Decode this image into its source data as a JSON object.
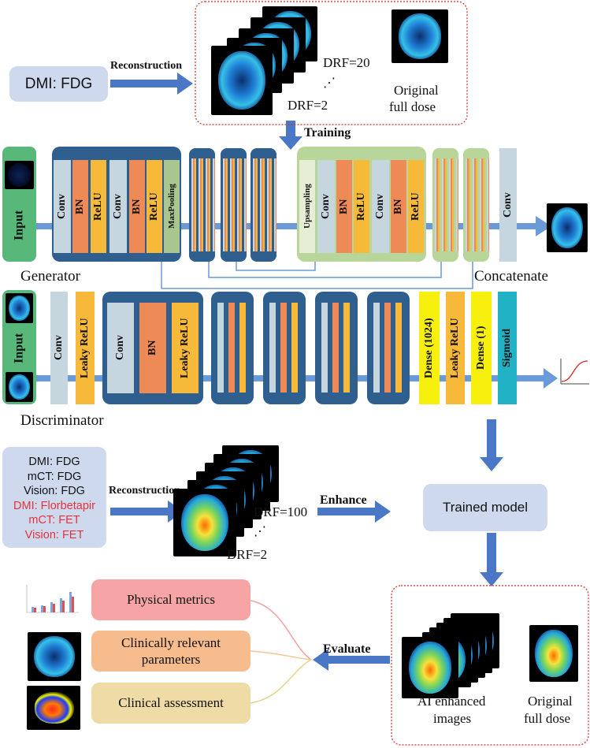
{
  "top": {
    "input_scanner": "DMI: FDG",
    "reconstruction": "Reconstruction",
    "drf_high": "DRF=20",
    "drf_low": "DRF=2",
    "original_1": "Original",
    "original_2": "full dose",
    "training": "Training"
  },
  "generator": {
    "caption": "Generator",
    "concatenate": "Concatenate",
    "input": "Input",
    "enc_layers": [
      "Conv",
      "BN",
      "ReLU",
      "Conv",
      "BN",
      "ReLU",
      "MaxPooling"
    ],
    "dec_layers": [
      "Upsampling",
      "Conv",
      "BN",
      "ReLU",
      "Conv",
      "BN",
      "ReLU"
    ],
    "final": "Conv"
  },
  "discriminator": {
    "caption": "Discriminator",
    "input": "Input",
    "conv": "Conv",
    "leaky": "Leaky ReLU",
    "block": [
      "Conv",
      "BN",
      "Leaky ReLU"
    ],
    "dense1024": "Dense (1024)",
    "leaky2": "Leaky ReLU",
    "dense1": "Dense (1)",
    "sigmoid": "Sigmoid"
  },
  "test": {
    "scanners_black": [
      "DMI: FDG",
      "mCT: FDG",
      "Vision: FDG"
    ],
    "scanners_red": [
      "DMI: Florbetapir",
      "mCT: FET",
      "Vision: FET"
    ],
    "reconstruction": "Reconstruction",
    "drf_high": "DRF=100",
    "drf_low": "DRF=2",
    "enhance": "Enhance",
    "trained_model": "Trained model"
  },
  "evaluate": {
    "label": "Evaluate",
    "metrics": [
      "Physical metrics",
      "Clinically relevant parameters",
      "Clinical assessment"
    ],
    "ai_1": "AI enhanced",
    "ai_2": "images",
    "orig_1": "Original",
    "orig_2": "full dose"
  },
  "colors": {
    "arrow": "#4a78c6",
    "gen_block": "#2f5f8f",
    "dec_block": "#b9d69a",
    "conv": "#c6d6df",
    "bn": "#ee8a55",
    "relu": "#f6b93a",
    "dense": "#f7f00e",
    "sigmoid": "#22b2c6",
    "input_green": "#57b87a",
    "red_text": "#e2333d"
  }
}
